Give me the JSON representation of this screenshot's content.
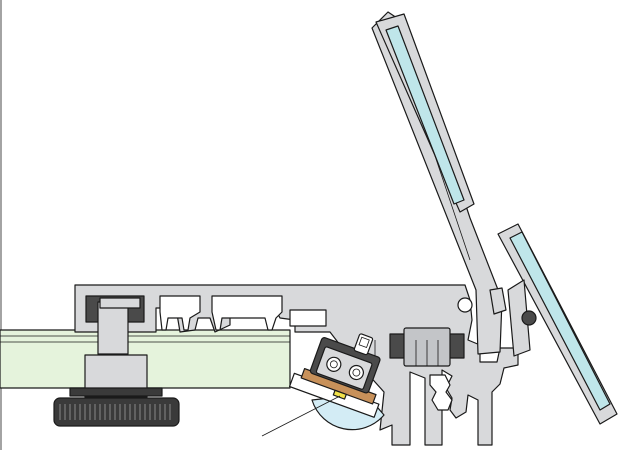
{
  "colors": {
    "background": "#ffffff",
    "metal": "#d8d9db",
    "metal_dark": "#c3c5c8",
    "glass": "#bfe6ea",
    "board": "#e5f3dc",
    "knob": "#3a3a3a",
    "dark_part": "#4a4a4a",
    "lens": "#d3ecf5",
    "sensor_orange": "#c8915a",
    "sensor_yellow": "#f2e24a",
    "outline": "#1a1a1a"
  },
  "parts": [
    {
      "id": "rail-bracket",
      "label": ""
    },
    {
      "id": "pcb-board",
      "label": ""
    },
    {
      "id": "clamp-screw",
      "label": ""
    },
    {
      "id": "sensor-module",
      "label": ""
    },
    {
      "id": "lens-dome",
      "label": ""
    },
    {
      "id": "hinge-arm",
      "label": ""
    },
    {
      "id": "mirror-panel-upper",
      "label": ""
    },
    {
      "id": "mirror-panel-lower",
      "label": ""
    },
    {
      "id": "latch-block",
      "label": ""
    },
    {
      "id": "pivot-pin",
      "label": ""
    }
  ]
}
